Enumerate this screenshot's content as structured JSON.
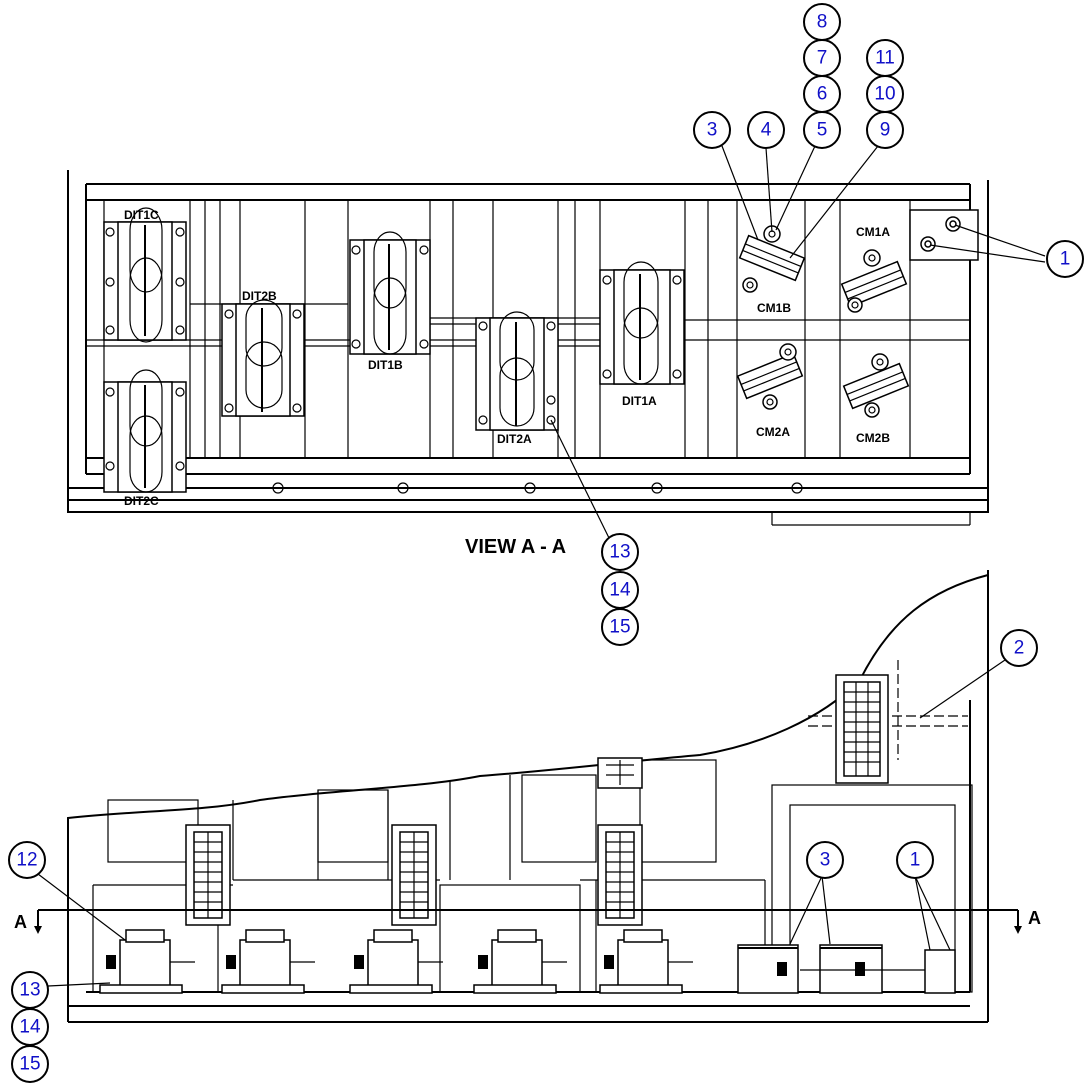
{
  "view_label": "VIEW A - A",
  "section_label_left": "A",
  "section_label_right": "A",
  "components": {
    "dit1c": "DIT1C",
    "dit2c": "DIT2C",
    "dit2b": "DIT2B",
    "dit1b": "DIT1B",
    "dit2a": "DIT2A",
    "dit1a": "DIT1A",
    "cm1b": "CM1B",
    "cm1a": "CM1A",
    "cm2a": "CM2A",
    "cm2b": "CM2B"
  },
  "callouts": {
    "c8": "8",
    "c7": "7",
    "c6": "6",
    "c5": "5",
    "c11": "11",
    "c10": "10",
    "c9": "9",
    "c3_top": "3",
    "c4": "4",
    "c1_top": "1",
    "c13_mid": "13",
    "c14_mid": "14",
    "c15_mid": "15",
    "c2": "2",
    "c12": "12",
    "c3_bot": "3",
    "c1_bot": "1",
    "c13_bot": "13",
    "c14_bot": "14",
    "c15_bot": "15"
  }
}
